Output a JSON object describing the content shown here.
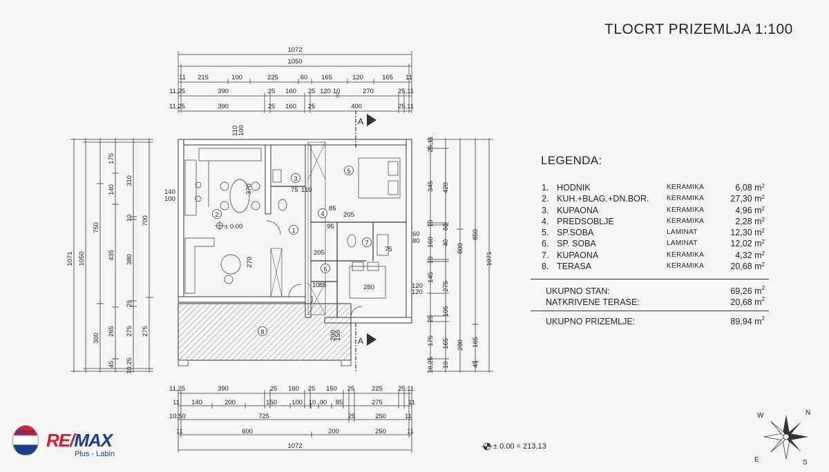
{
  "title": "TLOCRT PRIZEMLJA 1:100",
  "legend": {
    "heading": "LEGENDA:",
    "rooms": [
      {
        "num": "1.",
        "name": "HODNIK",
        "material": "KERAMIKA",
        "area": "6,08 m"
      },
      {
        "num": "2.",
        "name": "KUH.+BLAG.+DN.BOR.",
        "material": "KERAMIKA",
        "area": "27,30 m"
      },
      {
        "num": "3.",
        "name": "KUPAONA",
        "material": "KERAMIKA",
        "area": "4,96 m"
      },
      {
        "num": "4.",
        "name": "PREDSOBLJE",
        "material": "KERAMIKA",
        "area": "2,28 m"
      },
      {
        "num": "5.",
        "name": "SP.SOBA",
        "material": "LAMINAT",
        "area": "12,30 m"
      },
      {
        "num": "6.",
        "name": "SP. SOBA",
        "material": "LAMINAT",
        "area": "12,02 m"
      },
      {
        "num": "7.",
        "name": "KUPAONA",
        "material": "KERAMIKA",
        "area": "4,32 m"
      },
      {
        "num": "8.",
        "name": "TERASA",
        "material": "KERAMIKA",
        "area": "20,68 m"
      }
    ],
    "unit_sup": "2",
    "totals": [
      {
        "name": "UKUPNO STAN:",
        "area": "69,26 m"
      },
      {
        "name": "NATKRIVENE TERASE:",
        "area": "20,68 m"
      },
      {
        "name": "UKUPNO PRIZEMLJE:",
        "area": "89,94 m"
      }
    ]
  },
  "elevation_label": "± 0.00 = 213,13",
  "plan_elevation": "± 0.00",
  "section_marker": "A",
  "room_numbers": [
    "1",
    "2",
    "3",
    "4",
    "5",
    "6",
    "7",
    "8"
  ],
  "dimensions": {
    "top": {
      "overall": "1072",
      "inner": "1050",
      "row3": [
        "11",
        "215",
        "100",
        "225",
        "60",
        "165",
        "120",
        "165",
        "11"
      ],
      "row4": [
        "11,25",
        "390",
        "25",
        "160",
        "25",
        "120",
        "10",
        "270",
        "25,11"
      ],
      "row5": [
        "11,25",
        "390",
        "25",
        "160",
        "25",
        "400",
        "25,11"
      ]
    },
    "bottom": {
      "row1": [
        "11,25",
        "390",
        "25",
        "160",
        "25",
        "150",
        "25",
        "225",
        "25,11"
      ],
      "row2": [
        "11",
        "140",
        "200",
        "150",
        "100",
        "10",
        "90",
        "85",
        "275",
        "11"
      ],
      "row3": [
        "10,50",
        "725",
        "25",
        "250",
        "11"
      ],
      "row4": [
        "11",
        "600",
        "200",
        "250",
        "11"
      ],
      "overall": "1072"
    },
    "left": {
      "overall": "1071",
      "inner": "1050",
      "col3": [
        "750",
        "300"
      ],
      "col4": [
        "175",
        "140",
        "435",
        "265",
        "45"
      ],
      "col5": [
        "310",
        "10",
        "380",
        "25",
        "275",
        "10,25"
      ],
      "col6": [
        "700",
        "275"
      ]
    },
    "right": {
      "col1": [
        "25,11",
        "345",
        "10",
        "160",
        "10",
        "145",
        "25",
        "175",
        "10,25"
      ],
      "col2": [
        "420",
        "60",
        "40",
        "275",
        "105",
        "165",
        "10"
      ],
      "col3": [
        "800",
        "200"
      ],
      "col4": [
        "850",
        "165",
        "45"
      ],
      "overall": "1071"
    },
    "interior": [
      "110",
      "100",
      "370",
      "140",
      "100",
      "75",
      "1",
      "10",
      "85",
      "205",
      "95",
      "75",
      "205",
      "280",
      "120",
      "120",
      "60",
      "80",
      "270",
      "10",
      "85",
      "150",
      "200"
    ]
  },
  "branding": {
    "balloon_text": "RE/MAX",
    "brand_re": "RE/",
    "brand_max": "MAX",
    "office": "Plus - Labin"
  },
  "compass": {
    "n": "N",
    "s": "S",
    "e": "E",
    "w": "W"
  }
}
